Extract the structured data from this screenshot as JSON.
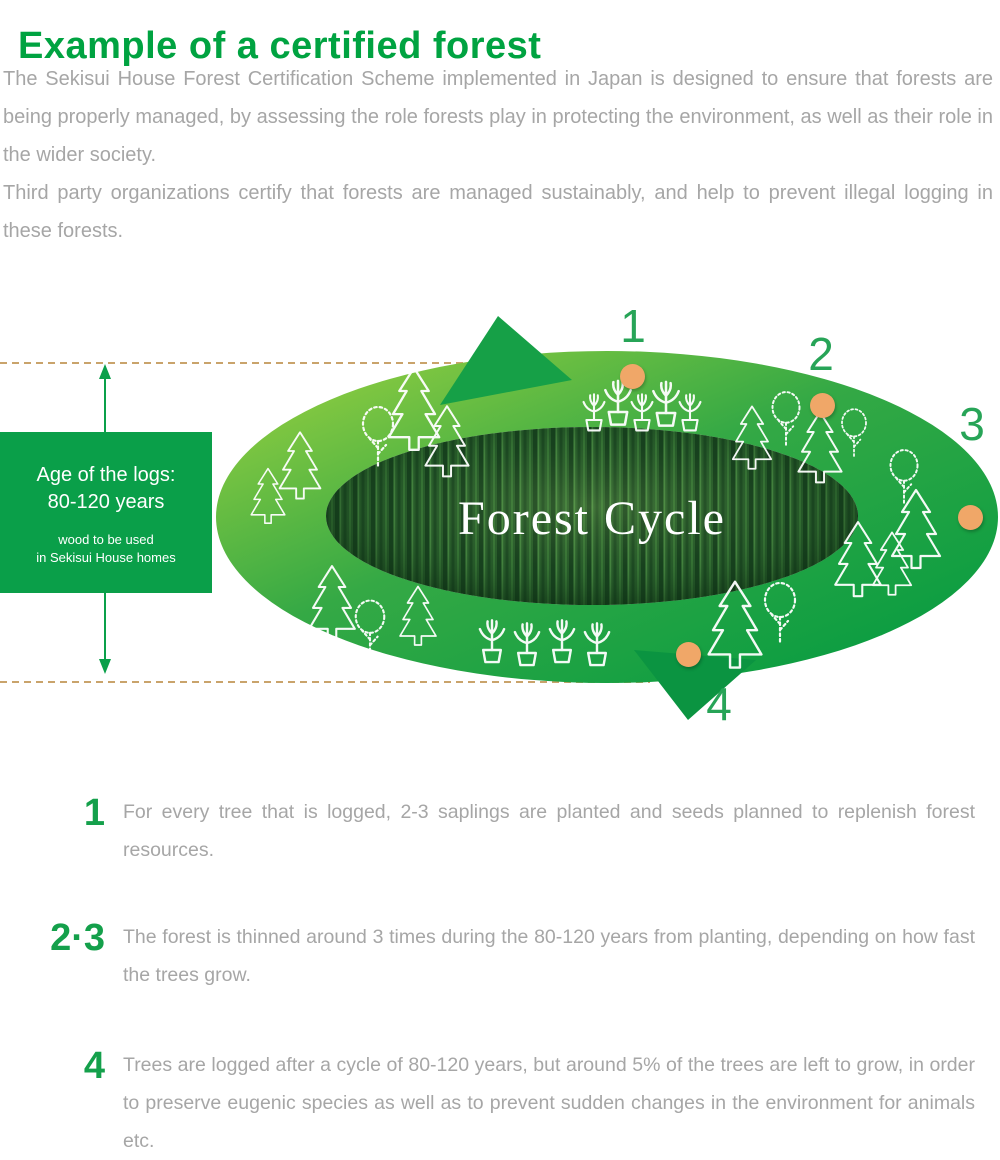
{
  "header": {
    "title": "Example of a certified forest",
    "intro_para1": "The Sekisui House Forest Certification Scheme implemented in Japan is designed to ensure that forests are being properly managed, by assessing the role forests play in protecting the environment, as well as their role in the wider society.",
    "intro_para2": "Third party organizations certify that forests are managed sustainably, and help to prevent illegal logging in these forests."
  },
  "diagram": {
    "center_label": "Forest Cycle",
    "age_box": {
      "heading_line1": "Age of the logs:",
      "heading_line2": "80-120 years",
      "sub_line1": "wood to be used",
      "sub_line2": "in Sekisui House homes"
    },
    "step_markers": [
      {
        "num": "1"
      },
      {
        "num": "2"
      },
      {
        "num": "3"
      },
      {
        "num": "4"
      }
    ]
  },
  "notes": [
    {
      "num": "1",
      "text": "For every tree that is logged, 2-3 saplings are planted and seeds planned to replenish forest resources."
    },
    {
      "num": "2·3",
      "text": "The forest is thinned around 3 times during the 80-120 years from planting, depending on how fast the trees grow."
    },
    {
      "num": "4",
      "text": "Trees are logged after a cycle of 80-120 years, but around 5% of the trees are left to grow, in order to preserve eugenic species as well as to prevent sudden changes in the environment for animals etc."
    }
  ],
  "colors": {
    "title_green": "#00a341",
    "step_number_green": "#27a457",
    "body_gray": "#a6a6a6",
    "marker_orange": "#f0a768",
    "age_box_green": "#0a9f49",
    "dashed_line_tan": "#c9a36b",
    "ring_light_green": "#a2d43f",
    "ring_dark_green": "#009a41"
  }
}
